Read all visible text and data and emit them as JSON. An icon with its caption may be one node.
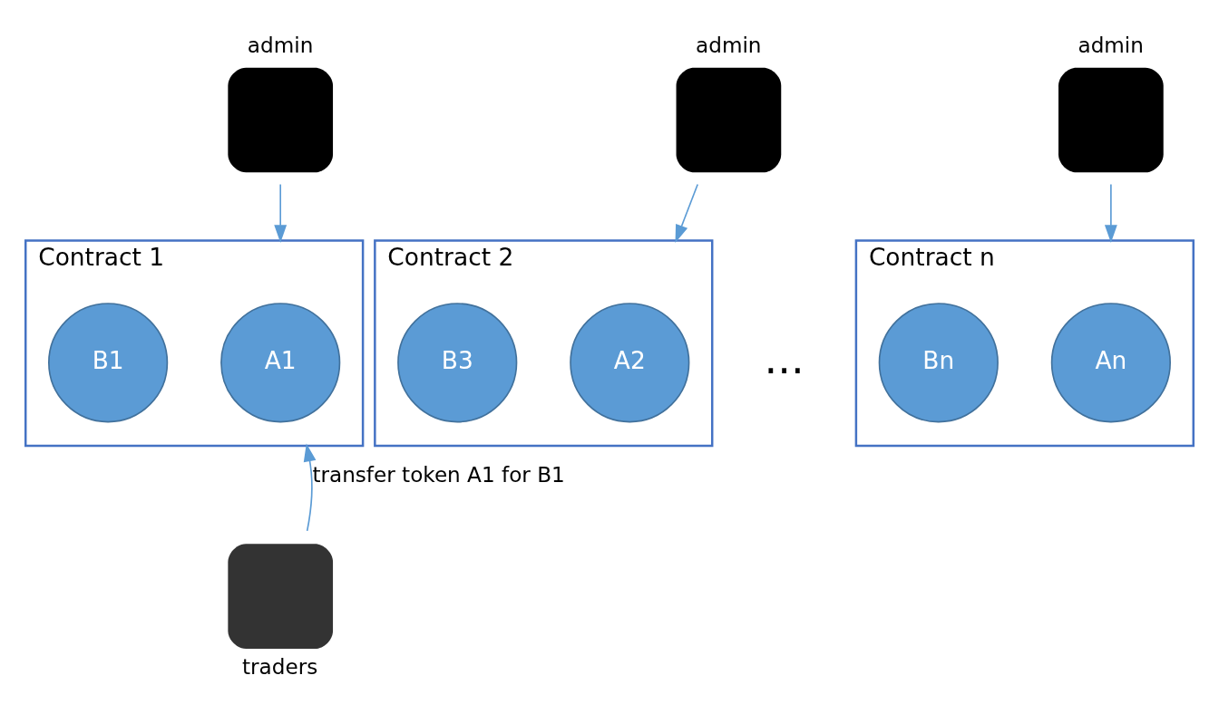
{
  "diagram": {
    "nodes": [
      {
        "text": [
          "admin"
        ]
      },
      {
        "text": [
          "admin"
        ]
      },
      {
        "text": [
          "admin"
        ]
      },
      {
        "text": [
          "Contract 1"
        ]
      },
      {
        "text": [
          "A1"
        ],
        "in": 3
      },
      {
        "text": [
          "B1"
        ],
        "in": 3
      },
      {
        "text": [
          "Contract 2"
        ]
      },
      {
        "text": [
          "A2"
        ],
        "in": 6
      },
      {
        "text": [
          "B3"
        ],
        "in": 6
      },
      {
        "text": [
          "Contract n"
        ]
      },
      {
        "text": [
          "An"
        ],
        "in": 9
      },
      {
        "text": [
          "Bn"
        ],
        "in": 9
      },
      {
        "text": [
          "traders"
        ]
      }
    ],
    "edges": [
      {
        "from": 0,
        "to": 3,
        "arrow": "to"
      },
      {
        "from": 1,
        "to": 6,
        "arrow": "to"
      },
      {
        "from": 2,
        "to": 9,
        "arrow": "to"
      },
      {
        "from": 12,
        "to": 3,
        "arrow": "to",
        "label": "transfer token A1 for B1"
      }
    ],
    "labels": [
      "..."
    ]
  }
}
